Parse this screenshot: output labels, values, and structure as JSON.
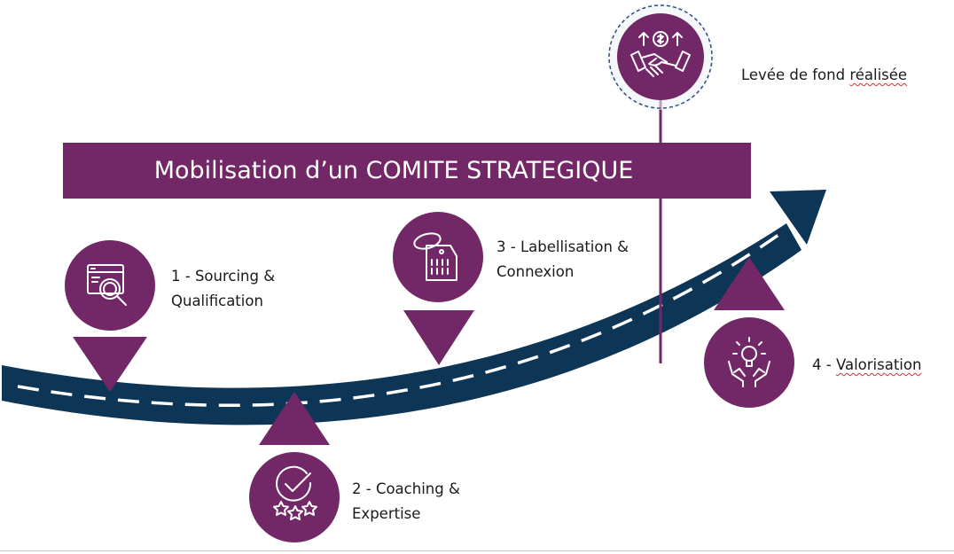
{
  "banner": {
    "title": "Mobilisation d’un COMITE STRATEGIQUE"
  },
  "milestone": {
    "label_a": "Levée de fond ",
    "label_b": "réalisée",
    "icon": "handshake-dollar-icon"
  },
  "steps": [
    {
      "line1": "1 - Sourcing &",
      "line2": "Qualification",
      "icon": "web-search-icon"
    },
    {
      "line1": "2 - Coaching &",
      "line2": "Expertise",
      "icon": "check-stars-icon"
    },
    {
      "line1": "3 - Labellisation &",
      "line2": "Connexion",
      "icon": "tag-binary-icon"
    },
    {
      "prefix": "4 - ",
      "word": "Valorisation",
      "icon": "hands-lightbulb-icon"
    }
  ],
  "colors": {
    "purple": "#722867",
    "road": "#0d3556",
    "dashes": "#ffffff",
    "milestone_ring": "#2e4f7a"
  }
}
